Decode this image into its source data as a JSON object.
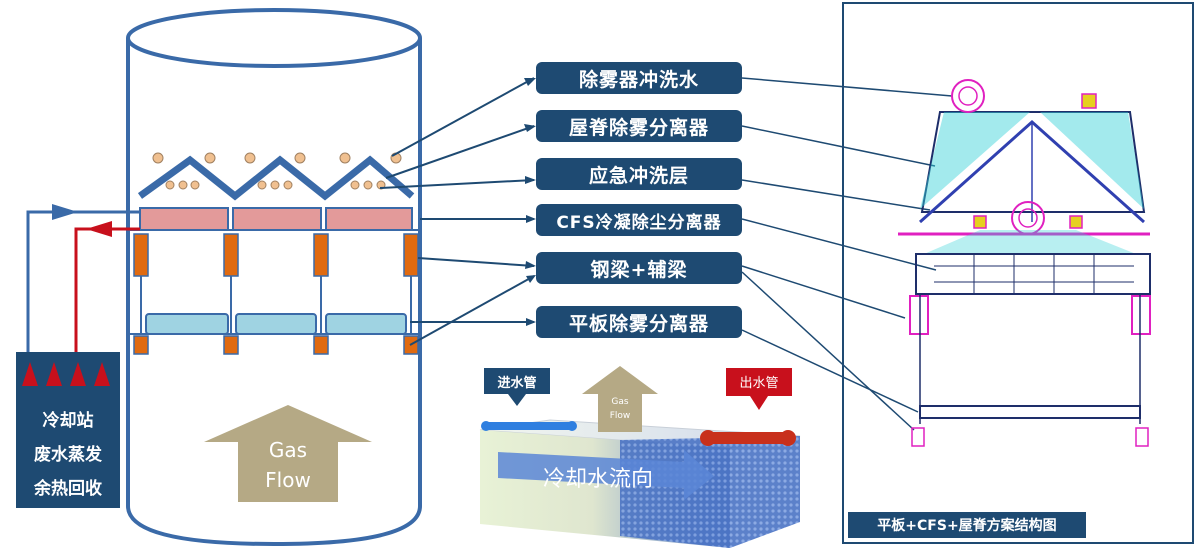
{
  "labels": {
    "demister_wash_water": "除雾器冲洗水",
    "ridge_demister": "屋脊除雾分离器",
    "emergency_wash_layer": "应急冲洗层",
    "cfs_separator": "CFS冷凝除尘分离器",
    "steel_beam": "钢梁+辅梁",
    "flat_demister": "平板除雾分离器"
  },
  "cooling_station": {
    "line1": "冷却站",
    "line2": "废水蒸发",
    "line3": "余热回收"
  },
  "gas_flow": {
    "large_line1": "Gas",
    "large_line2": "Flow",
    "small_line1": "Gas",
    "small_line2": "Flow"
  },
  "module": {
    "inlet_pipe": "进水管",
    "outlet_pipe": "出水管",
    "coolant_direction": "冷却水流向"
  },
  "right_caption": "平板+CFS+屋脊方案结构图",
  "colors": {
    "navy": "#1e4a72",
    "tower_outline": "#3a6aa8",
    "cfs_pink": "#e39a9a",
    "flat_blue": "#9fd3e2",
    "beam_orange": "#e06a10",
    "arrow_tan": "#b5a985",
    "red": "#c8101c",
    "cyan": "#33d0d8",
    "magenta": "#e020c0"
  }
}
